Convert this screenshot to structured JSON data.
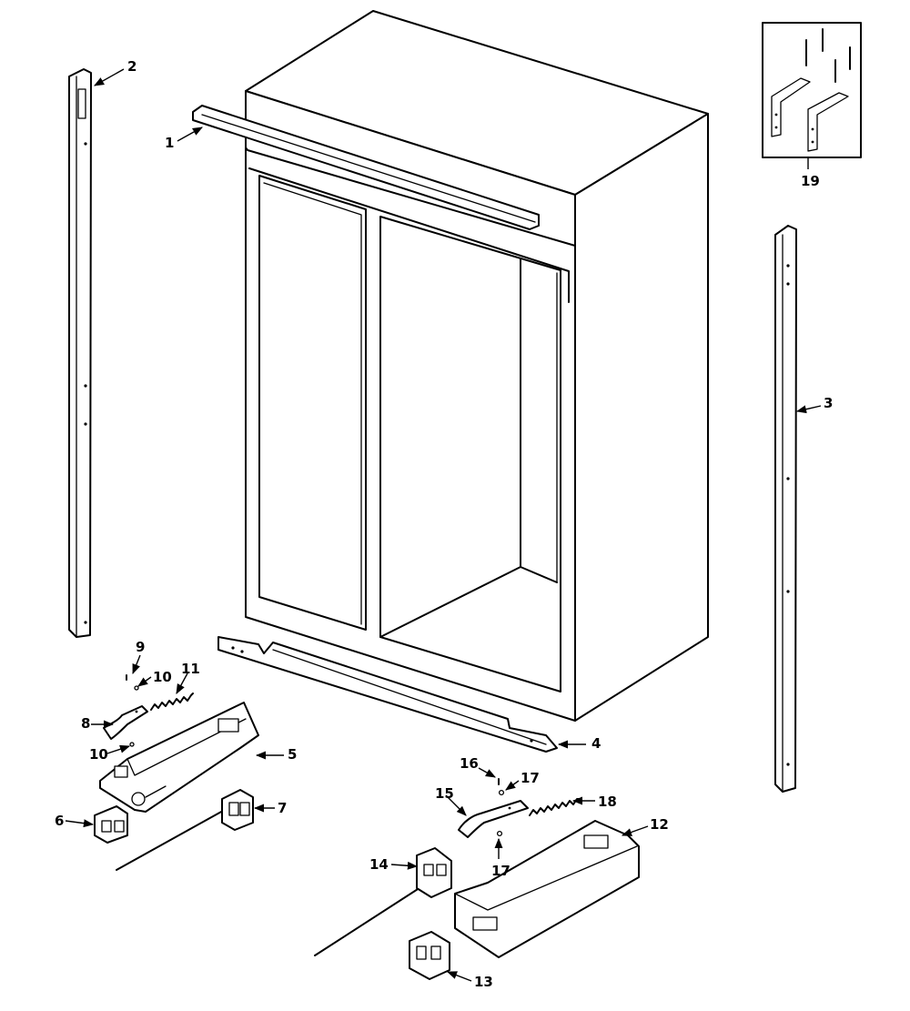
{
  "diagram": {
    "callouts": {
      "c1": "1",
      "c2": "2",
      "c3": "3",
      "c4": "4",
      "c5": "5",
      "c6": "6",
      "c7": "7",
      "c8": "8",
      "c9": "9",
      "c10a": "10",
      "c10b": "10",
      "c11": "11",
      "c12": "12",
      "c13": "13",
      "c14": "14",
      "c15": "15",
      "c16": "16",
      "c17a": "17",
      "c17b": "17",
      "c18": "18",
      "c19": "19"
    }
  }
}
